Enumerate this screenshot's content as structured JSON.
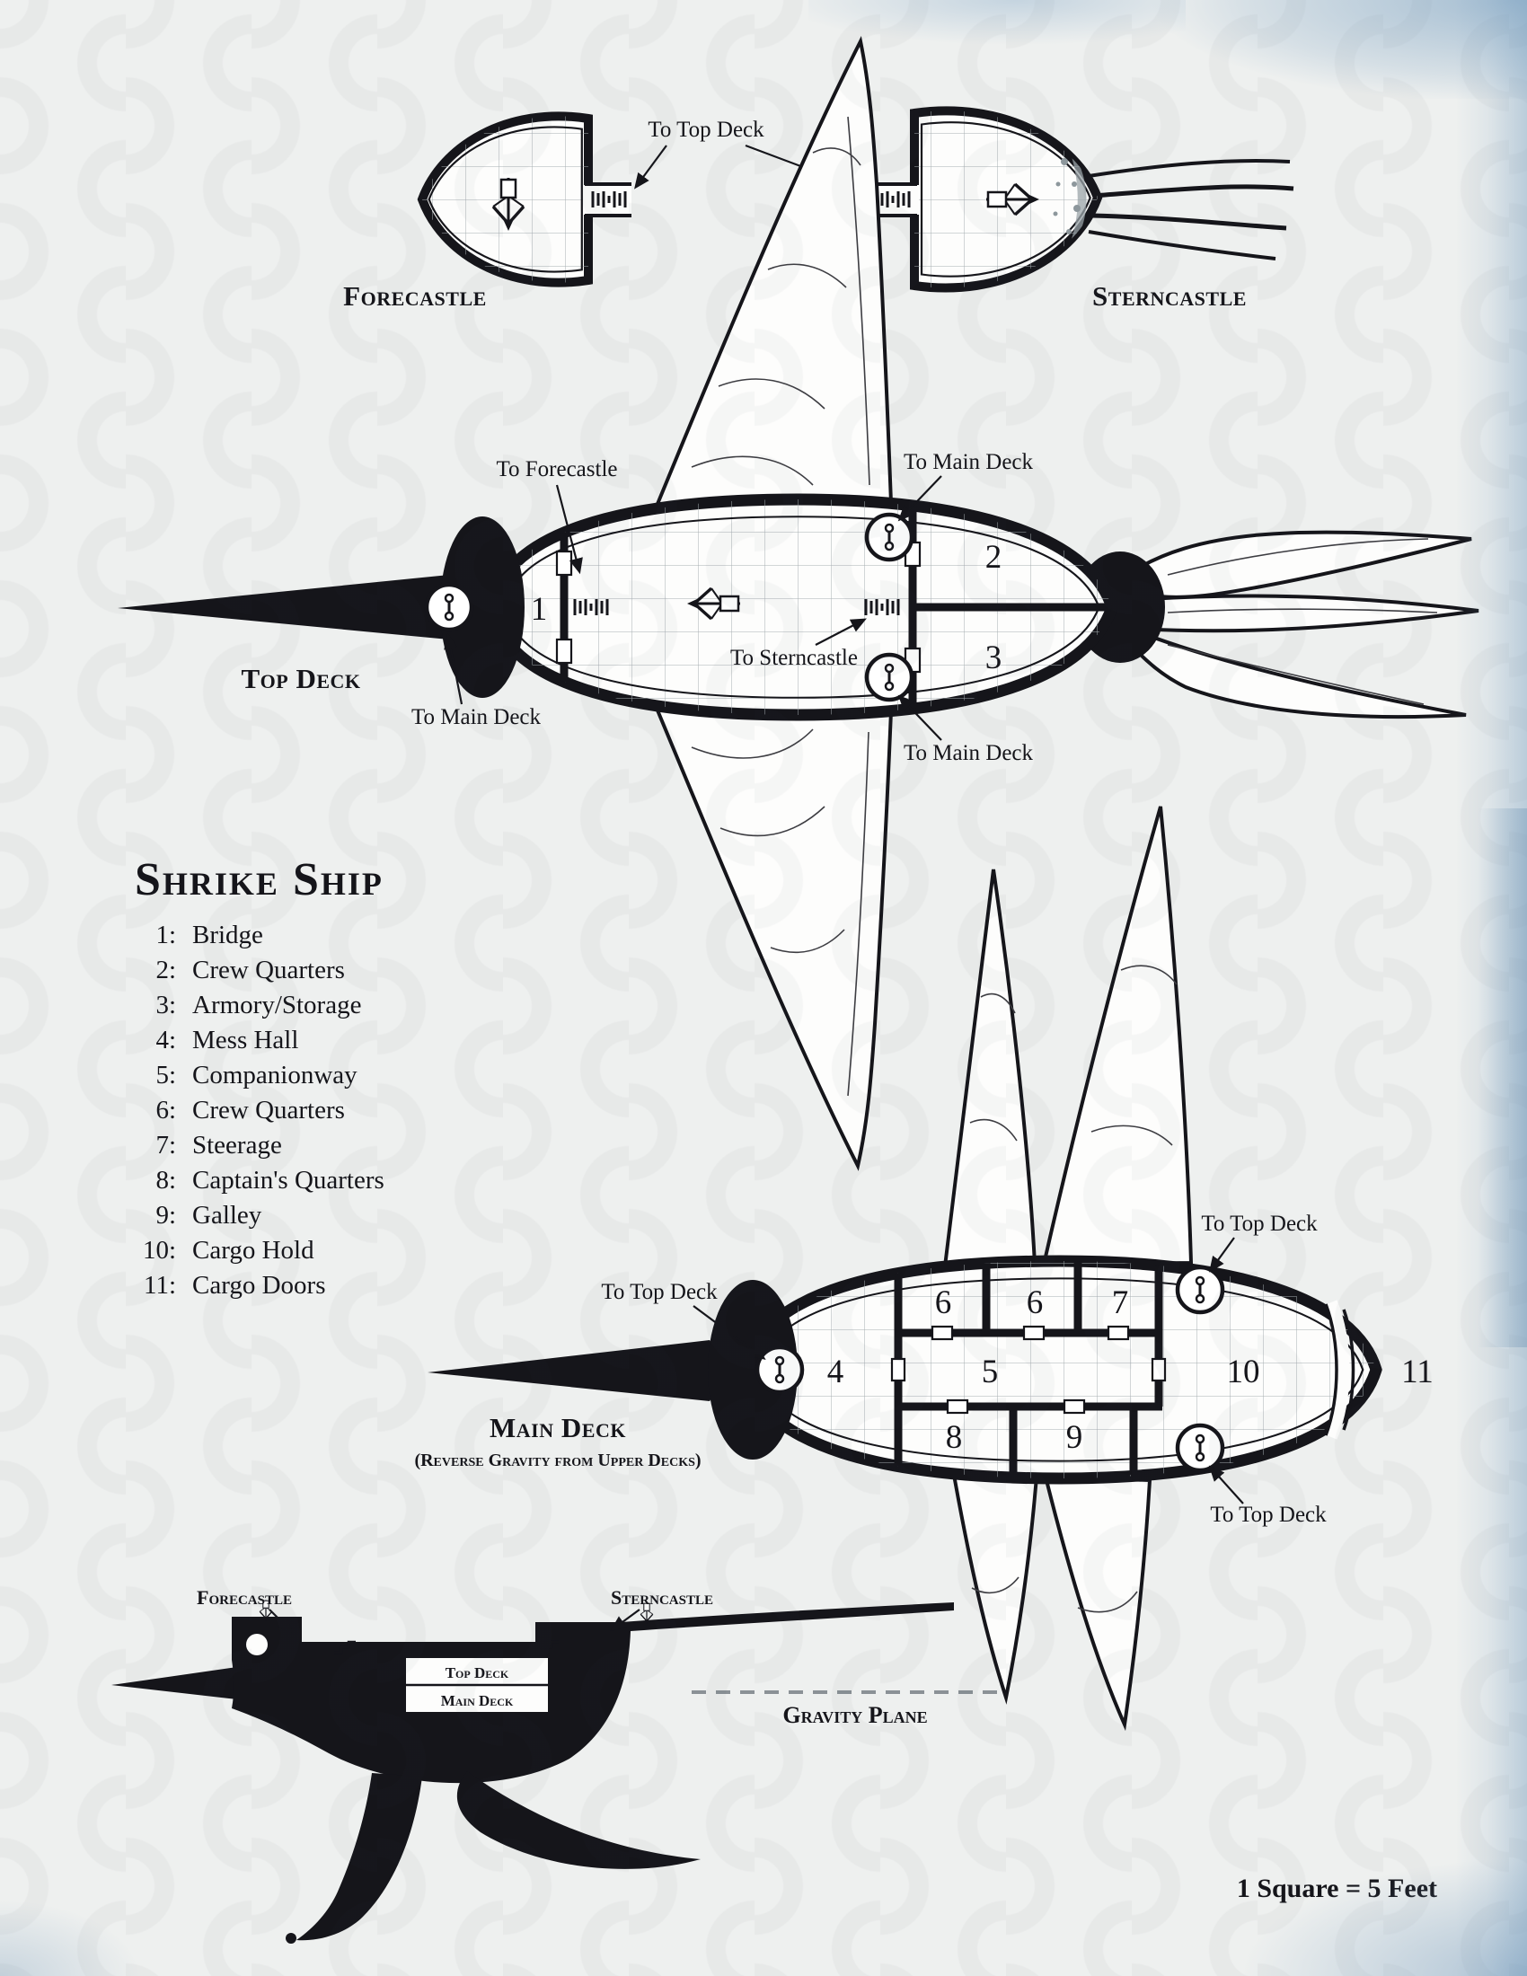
{
  "title": "Shrike Ship",
  "scale_note": "1 Square = 5 Feet",
  "colors": {
    "ink": "#15151a",
    "paper": "#eef0ef",
    "watercolor": "#6894ba"
  },
  "deck_labels": {
    "forecastle": "Forecastle",
    "sterncastle": "Sterncastle",
    "top_deck": "Top Deck",
    "main_deck": "Main Deck",
    "main_deck_note": "(Reverse Gravity from Upper Decks)"
  },
  "annotations": {
    "to_top_deck": "To Top Deck",
    "to_forecastle": "To Forecastle",
    "to_sterncastle": "To Sterncastle",
    "to_main_deck": "To Main Deck",
    "gravity_plane": "Gravity Plane"
  },
  "rooms": {
    "top_deck": [
      "1",
      "2",
      "3"
    ],
    "main_deck": [
      "4",
      "5",
      "6",
      "6",
      "7",
      "8",
      "9",
      "10",
      "11"
    ]
  },
  "legend": {
    "items": [
      {
        "num": "1:",
        "label": "Bridge"
      },
      {
        "num": "2:",
        "label": "Crew Quarters"
      },
      {
        "num": "3:",
        "label": "Armory/Storage"
      },
      {
        "num": "4:",
        "label": "Mess Hall"
      },
      {
        "num": "5:",
        "label": "Companionway"
      },
      {
        "num": "6:",
        "label": "Crew Quarters"
      },
      {
        "num": "7:",
        "label": "Steerage"
      },
      {
        "num": "8:",
        "label": "Captain's Quarters"
      },
      {
        "num": "9:",
        "label": "Galley"
      },
      {
        "num": "10:",
        "label": "Cargo Hold"
      },
      {
        "num": "11:",
        "label": "Cargo Doors"
      }
    ]
  }
}
